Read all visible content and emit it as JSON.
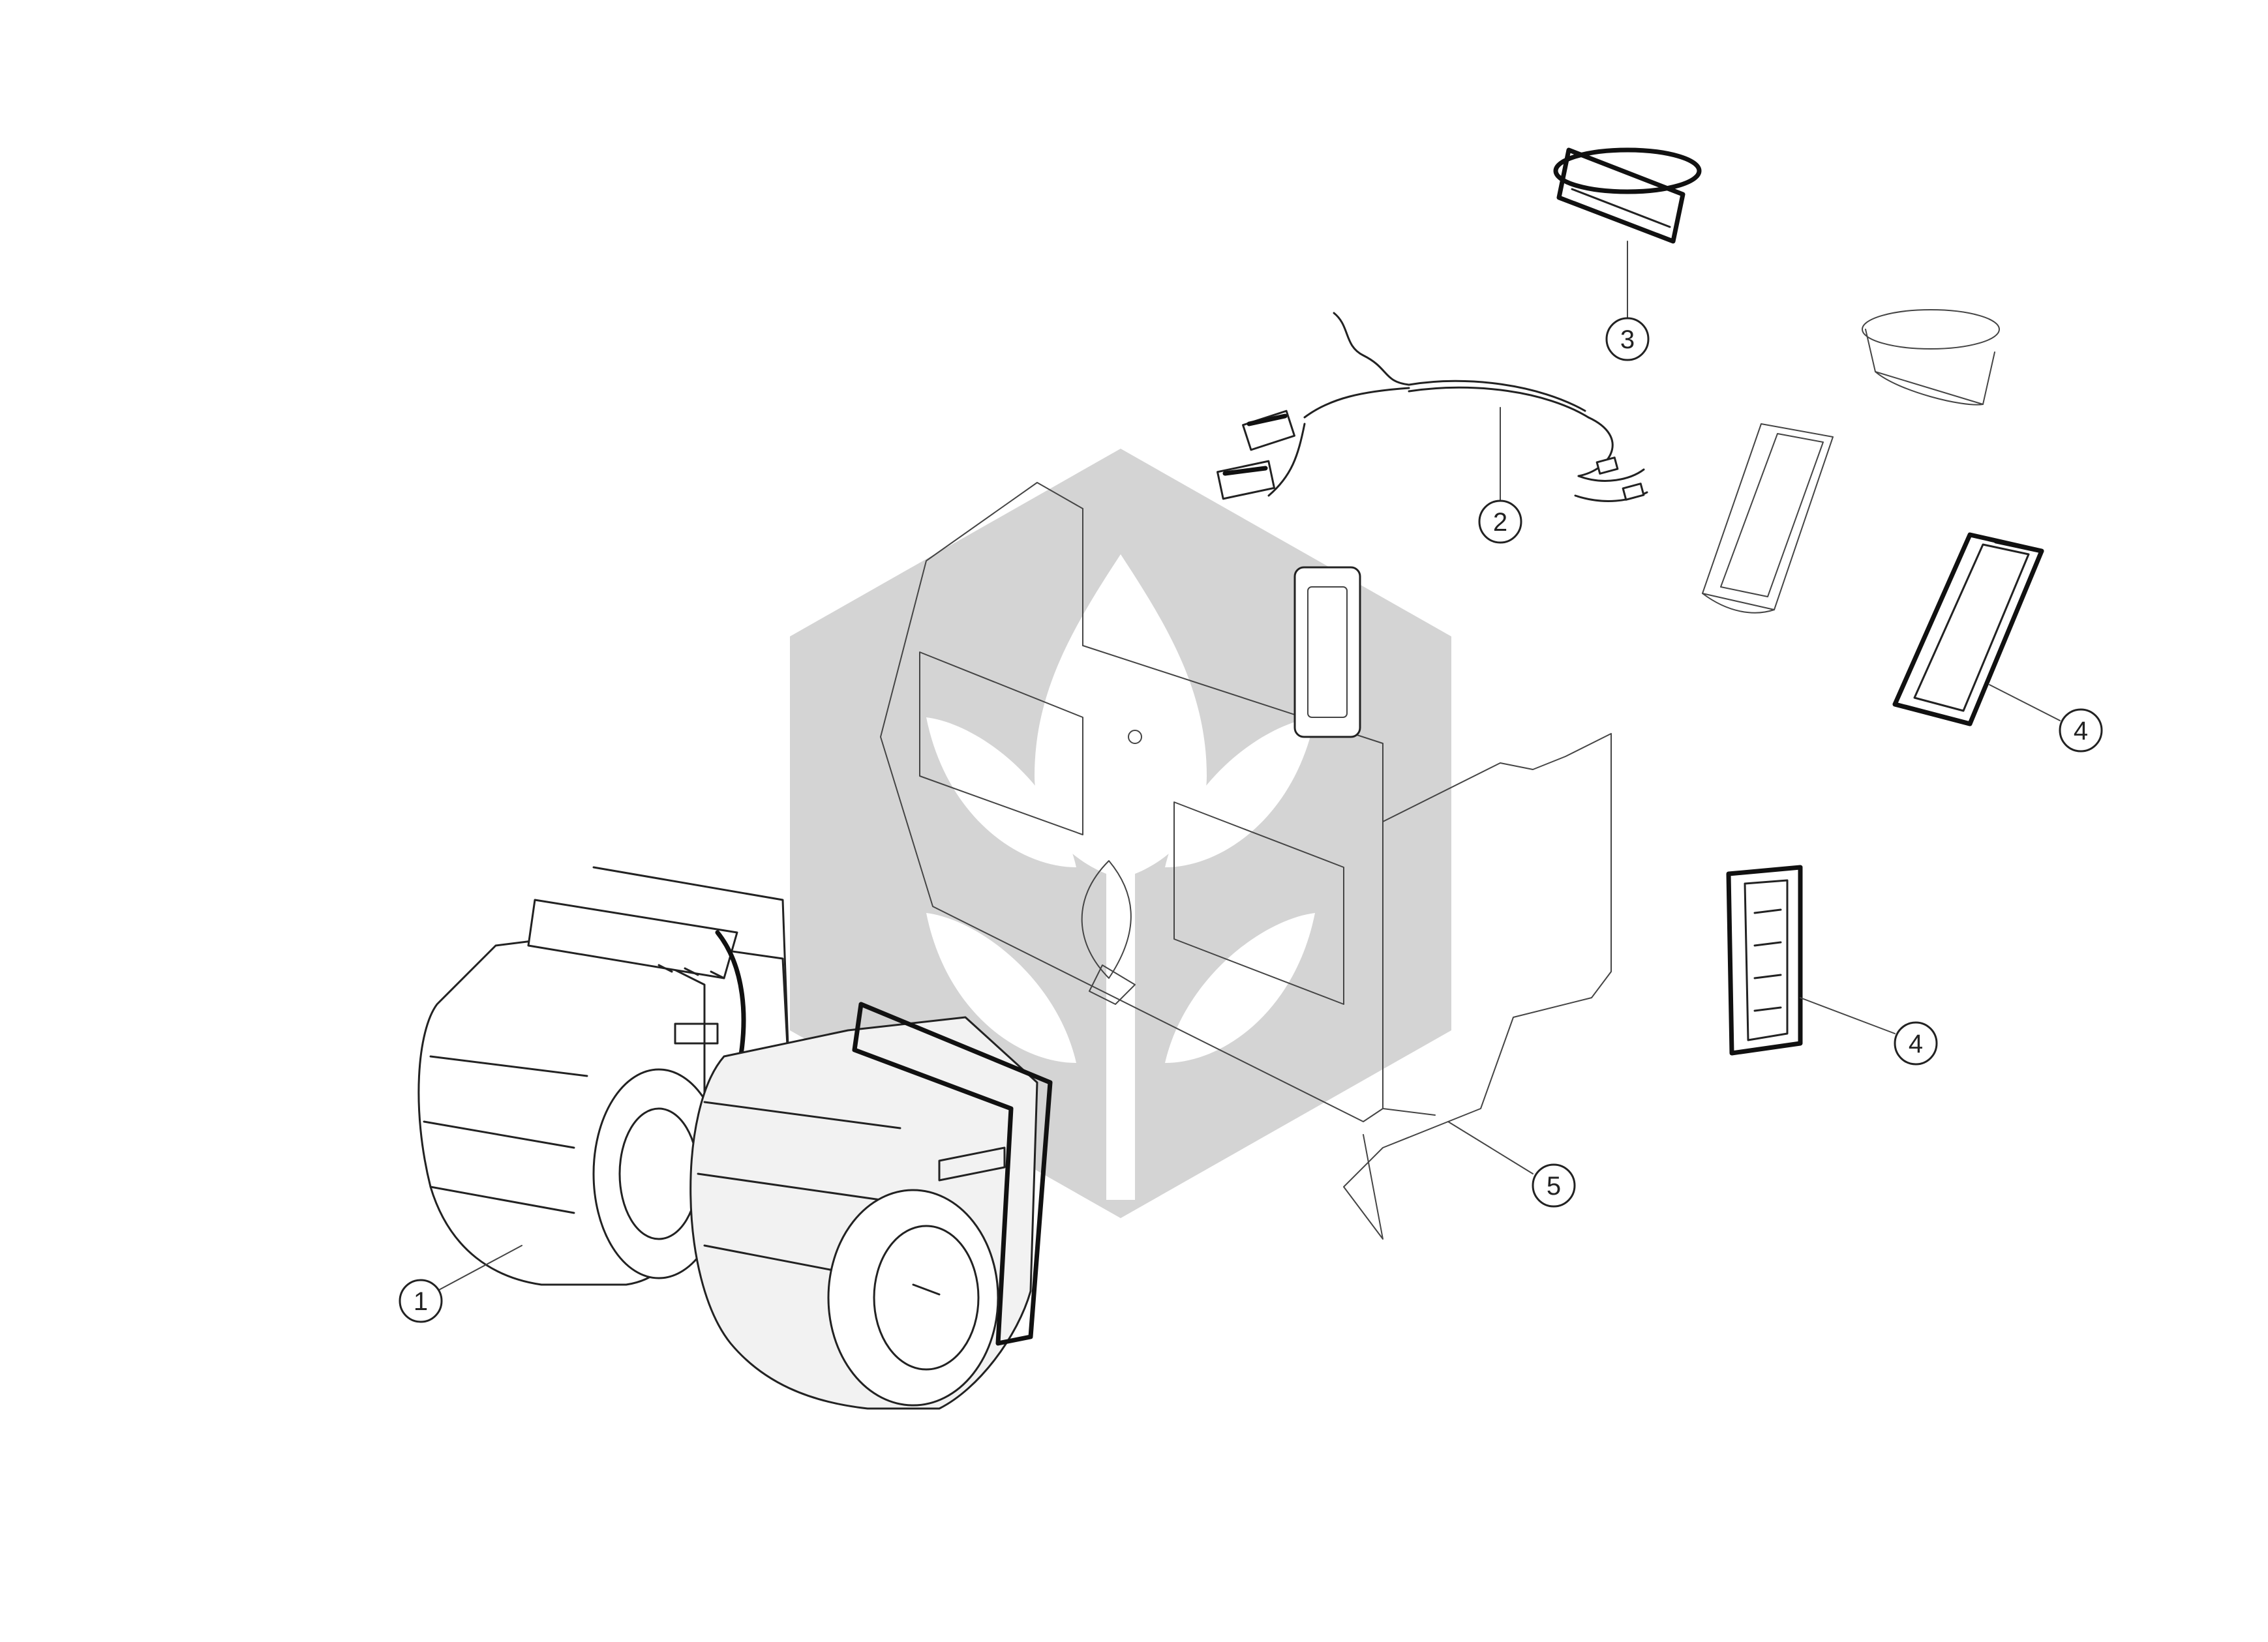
{
  "diagram": {
    "callouts": [
      {
        "id": "1",
        "label": "1"
      },
      {
        "id": "2",
        "label": "2"
      },
      {
        "id": "3",
        "label": "3"
      },
      {
        "id": "4a",
        "label": "4"
      },
      {
        "id": "4b",
        "label": "4"
      },
      {
        "id": "5",
        "label": "5"
      }
    ],
    "watermark": {
      "icon": "leaf-hexagon-logo-icon",
      "color": "#d4d4d4"
    }
  }
}
